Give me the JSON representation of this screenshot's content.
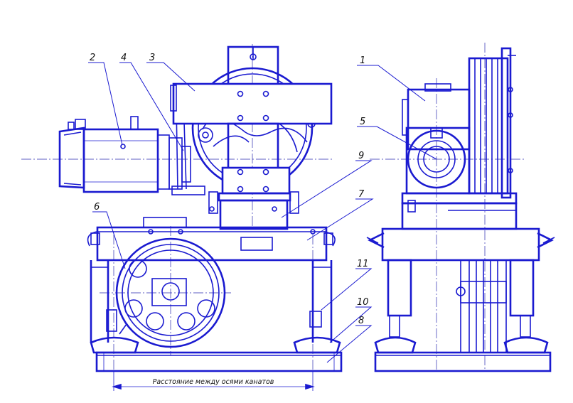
{
  "drawing": {
    "colors": {
      "line": "#1a1ad0",
      "text": "#111111",
      "background": "#ffffff"
    },
    "callouts": [
      "1",
      "2",
      "3",
      "4",
      "5",
      "6",
      "7",
      "8",
      "9",
      "10",
      "11"
    ],
    "dimension_label": "Расстояние между осями канатов"
  }
}
